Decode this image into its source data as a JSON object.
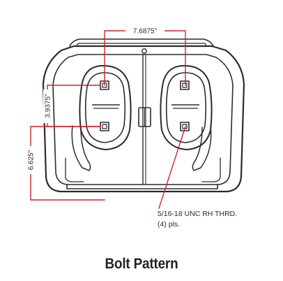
{
  "dimensions": {
    "horizontal_spacing": "7.6875\"",
    "vertical_spacing": "3.9375\"",
    "overall_height": "6.625\""
  },
  "callout": {
    "line1": "5/16-18 UNC RH THRD.",
    "line2": "(4) pls."
  },
  "caption": "Bolt Pattern",
  "colors": {
    "outline": "#2b2b2b",
    "dimension": "#d2232a",
    "background": "#ffffff"
  }
}
